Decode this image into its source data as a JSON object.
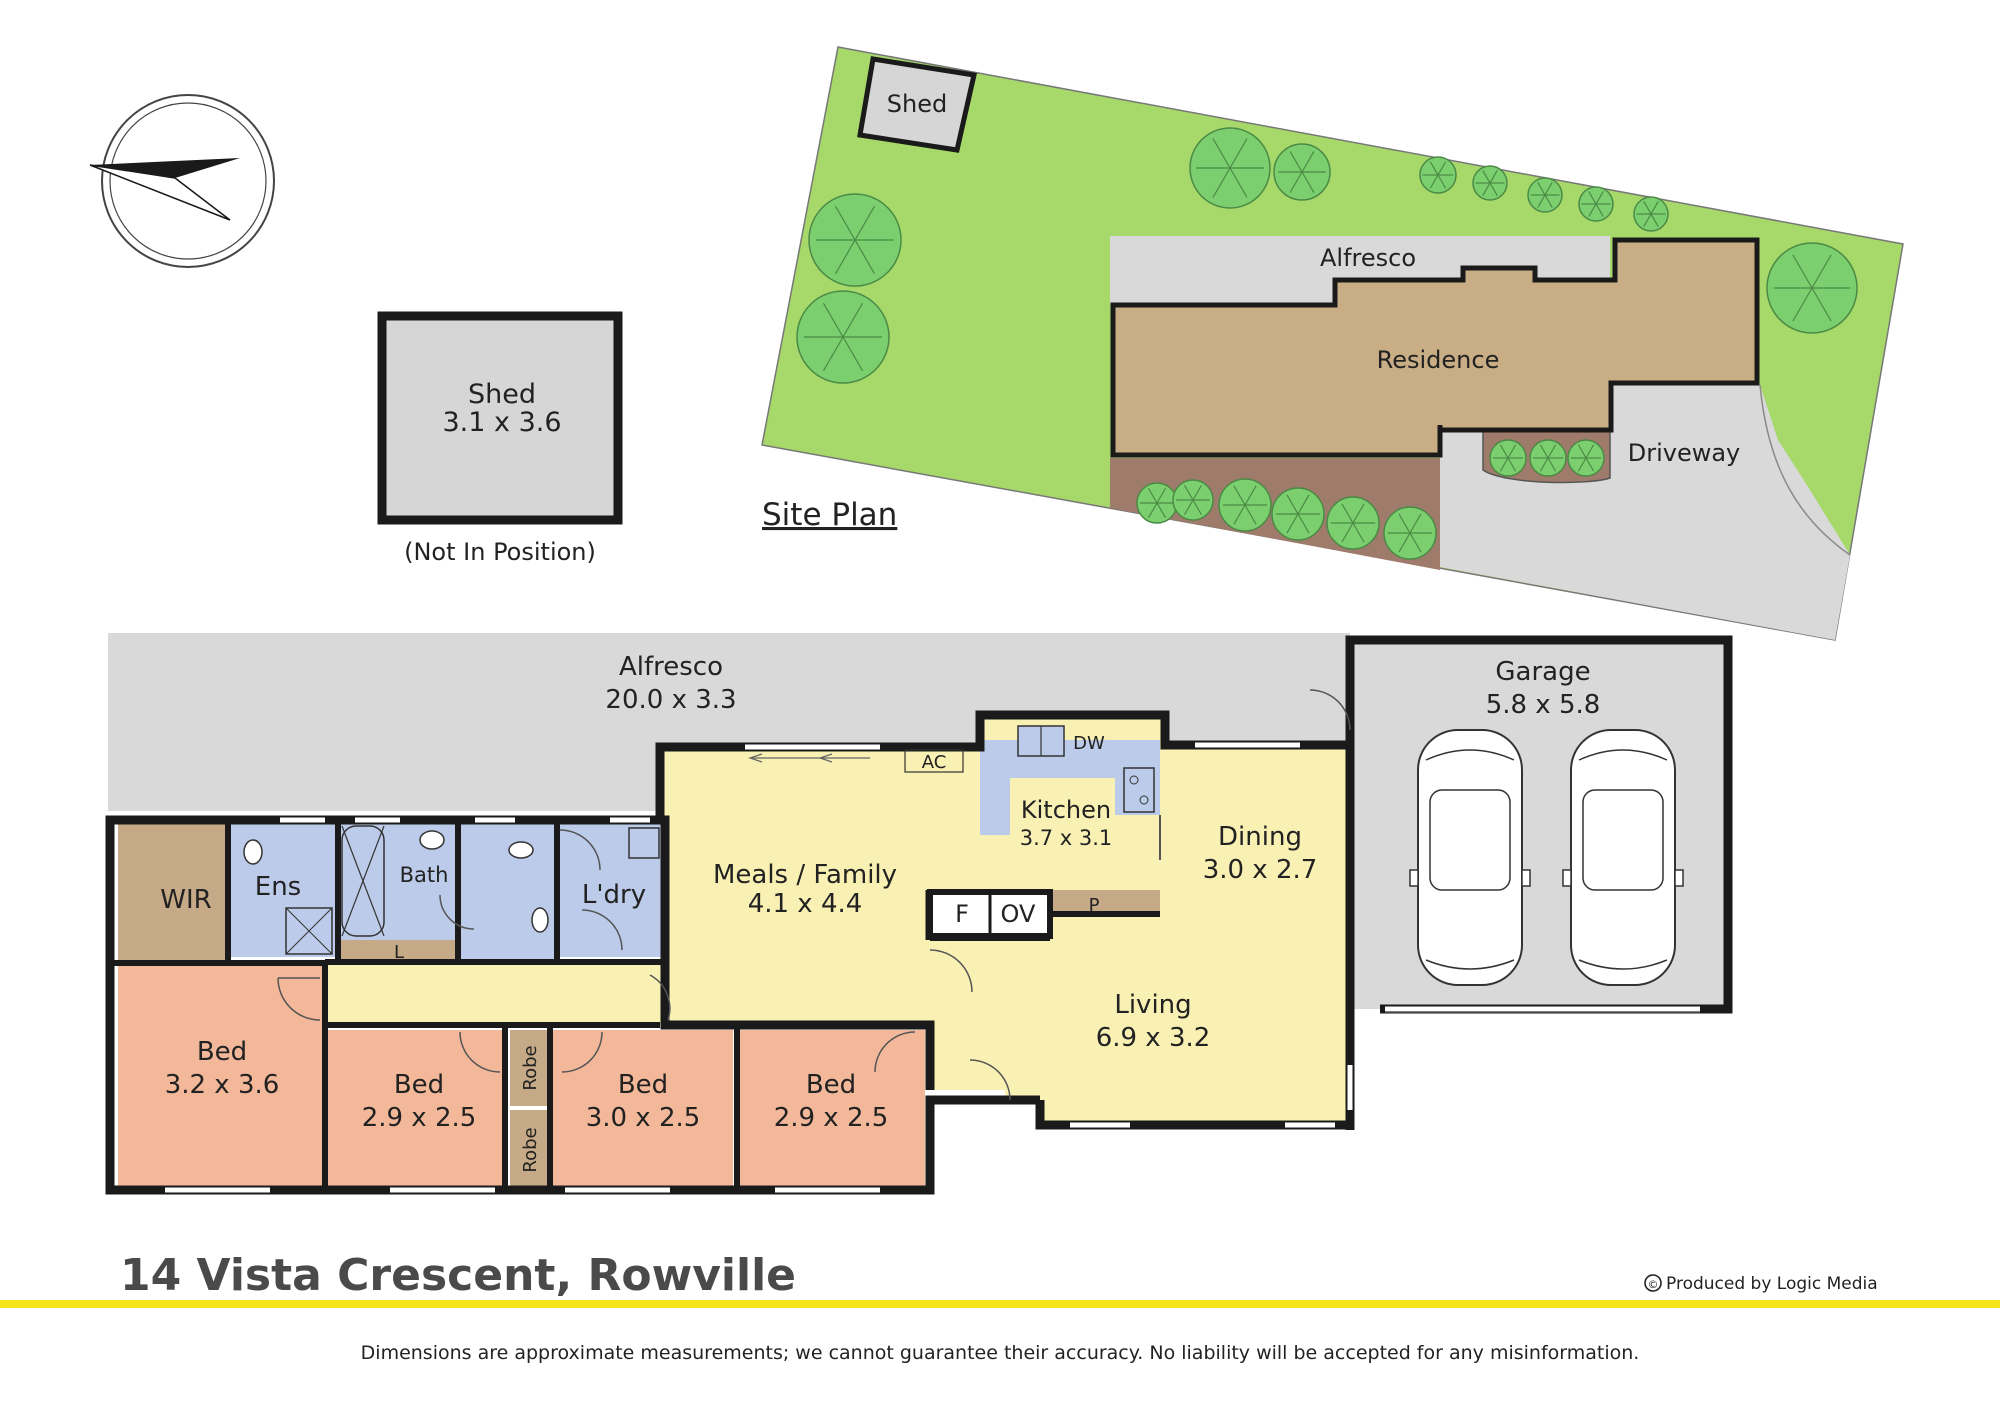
{
  "title": "14 Vista Crescent, Rowville",
  "disclaimer": "Dimensions are approximate measurements; we cannot guarantee their accuracy. No liability will be accepted for any misinformation.",
  "credit": "Produced by Logic Media",
  "credit_symbol": "©",
  "site_plan": {
    "heading": "Site Plan",
    "shed": "Shed",
    "alfresco": "Alfresco",
    "residence": "Residence",
    "driveway": "Driveway"
  },
  "shed_detail": {
    "name": "Shed",
    "size": "3.1 x 3.6",
    "note": "(Not In Position)"
  },
  "rooms": {
    "alfresco": {
      "name": "Alfresco",
      "size": "20.0 x 3.3"
    },
    "garage": {
      "name": "Garage",
      "size": "5.8 x 5.8"
    },
    "kitchen": {
      "name": "Kitchen",
      "size": "3.7 x 3.1"
    },
    "dining": {
      "name": "Dining",
      "size": "3.0 x 2.7"
    },
    "meals_family": {
      "name": "Meals / Family",
      "size": "4.1 x 4.4"
    },
    "living": {
      "name": "Living",
      "size": "6.9 x 3.2"
    },
    "bed_master": {
      "name": "Bed",
      "size": "3.2 x 3.6"
    },
    "bed_2": {
      "name": "Bed",
      "size": "2.9 x 2.5"
    },
    "bed_3": {
      "name": "Bed",
      "size": "3.0 x 2.5"
    },
    "bed_4": {
      "name": "Bed",
      "size": "2.9 x 2.5"
    },
    "wir": "WIR",
    "ens": "Ens",
    "bath": "Bath",
    "laundry": "L'dry",
    "linen": "L",
    "robe_1": "Robe",
    "robe_2": "Robe"
  },
  "fixtures": {
    "dw": "DW",
    "ac": "AC",
    "f": "F",
    "ov": "OV",
    "p": "P"
  },
  "colors": {
    "lawn": "#a6d96a",
    "residence": "#c8ad85",
    "garden_bed": "#9e7b6a",
    "paving": "#d9d9d9",
    "living_yellow": "#f9f0b4",
    "bedroom_salmon": "#f3b89a",
    "wet_area_blue": "#bccbe9",
    "robe_tan": "#c6a986",
    "accent_yellow": "#f5e51a"
  }
}
